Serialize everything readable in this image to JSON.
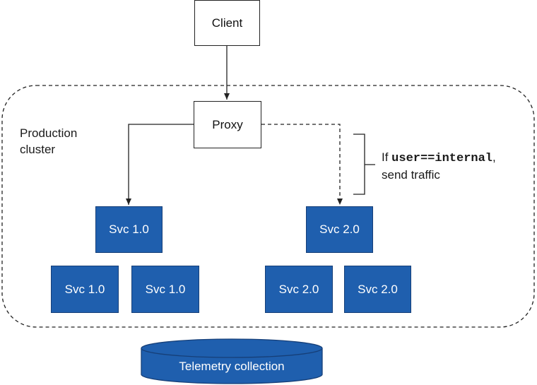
{
  "client": {
    "label": "Client"
  },
  "proxy": {
    "label": "Proxy"
  },
  "cluster": {
    "label_line1": "Production",
    "label_line2": "cluster"
  },
  "route_note": {
    "prefix": "If ",
    "code": "user==internal",
    "suffix": ",",
    "line2": "send traffic"
  },
  "services": {
    "v1_primary": "Svc 1.0",
    "v1_replicas": [
      "Svc 1.0",
      "Svc 1.0"
    ],
    "v2_primary": "Svc 2.0",
    "v2_replicas": [
      "Svc 2.0",
      "Svc 2.0"
    ]
  },
  "telemetry": {
    "label": "Telemetry collection"
  },
  "colors": {
    "service_fill": "#1f5fae",
    "service_text": "#ffffff",
    "line": "#222222"
  }
}
